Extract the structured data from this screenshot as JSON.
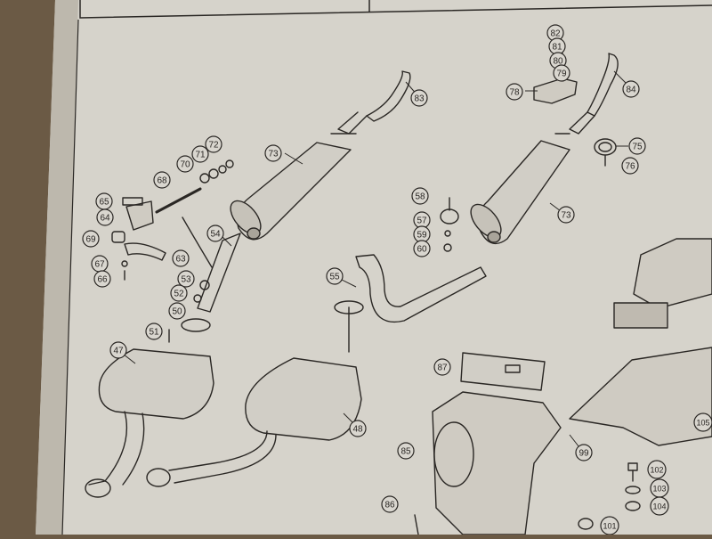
{
  "colors": {
    "paper": "#d9d6cf",
    "paper_shadow": "#b9b4aa",
    "ink": "#2a2724",
    "board": "#6b5a45"
  },
  "callouts": [
    {
      "id": "c82",
      "label": "82"
    },
    {
      "id": "c81",
      "label": "81"
    },
    {
      "id": "c80",
      "label": "80"
    },
    {
      "id": "c79",
      "label": "79"
    },
    {
      "id": "c78",
      "label": "78"
    },
    {
      "id": "c84",
      "label": "84"
    },
    {
      "id": "c83",
      "label": "83"
    },
    {
      "id": "c72",
      "label": "72"
    },
    {
      "id": "c71",
      "label": "71"
    },
    {
      "id": "c70",
      "label": "70"
    },
    {
      "id": "c73a",
      "label": "73"
    },
    {
      "id": "c75",
      "label": "75"
    },
    {
      "id": "c76",
      "label": "76"
    },
    {
      "id": "c68",
      "label": "68"
    },
    {
      "id": "c65",
      "label": "65"
    },
    {
      "id": "c64",
      "label": "64"
    },
    {
      "id": "c58",
      "label": "58"
    },
    {
      "id": "c57",
      "label": "57"
    },
    {
      "id": "c59",
      "label": "59"
    },
    {
      "id": "c60",
      "label": "60"
    },
    {
      "id": "c73b",
      "label": "73"
    },
    {
      "id": "c69",
      "label": "69"
    },
    {
      "id": "c54",
      "label": "54"
    },
    {
      "id": "c63",
      "label": "63"
    },
    {
      "id": "c67",
      "label": "67"
    },
    {
      "id": "c66",
      "label": "66"
    },
    {
      "id": "c55",
      "label": "55"
    },
    {
      "id": "c53",
      "label": "53"
    },
    {
      "id": "c52",
      "label": "52"
    },
    {
      "id": "c50",
      "label": "50"
    },
    {
      "id": "c51",
      "label": "51"
    },
    {
      "id": "c47",
      "label": "47"
    },
    {
      "id": "c87",
      "label": "87"
    },
    {
      "id": "c48",
      "label": "48"
    },
    {
      "id": "c105",
      "label": "105"
    },
    {
      "id": "c85",
      "label": "85"
    },
    {
      "id": "c99",
      "label": "99"
    },
    {
      "id": "c102",
      "label": "102"
    },
    {
      "id": "c103",
      "label": "103"
    },
    {
      "id": "c104",
      "label": "104"
    },
    {
      "id": "c86",
      "label": "86"
    },
    {
      "id": "c101",
      "label": "101"
    }
  ]
}
